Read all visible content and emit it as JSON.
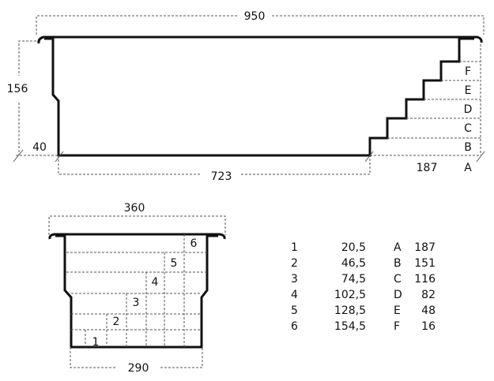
{
  "side_view": {
    "total_length": "950",
    "depth": "156",
    "base_height": "40",
    "floor_length": "723",
    "stair_length": "187",
    "step_labels": [
      "A",
      "B",
      "C",
      "D",
      "E",
      "F"
    ]
  },
  "end_view": {
    "top_width": "360",
    "bottom_width": "290",
    "step_labels": [
      "1",
      "2",
      "3",
      "4",
      "5",
      "6"
    ]
  },
  "legend": {
    "numbered": [
      {
        "key": "1",
        "value": "20,5"
      },
      {
        "key": "2",
        "value": "46,5"
      },
      {
        "key": "3",
        "value": "74,5"
      },
      {
        "key": "4",
        "value": "102,5"
      },
      {
        "key": "5",
        "value": "128,5"
      },
      {
        "key": "6",
        "value": "154,5"
      }
    ],
    "lettered": [
      {
        "key": "A",
        "value": "187"
      },
      {
        "key": "B",
        "value": "151"
      },
      {
        "key": "C",
        "value": "116"
      },
      {
        "key": "D",
        "value": "82"
      },
      {
        "key": "E",
        "value": "48"
      },
      {
        "key": "F",
        "value": "16"
      }
    ]
  }
}
